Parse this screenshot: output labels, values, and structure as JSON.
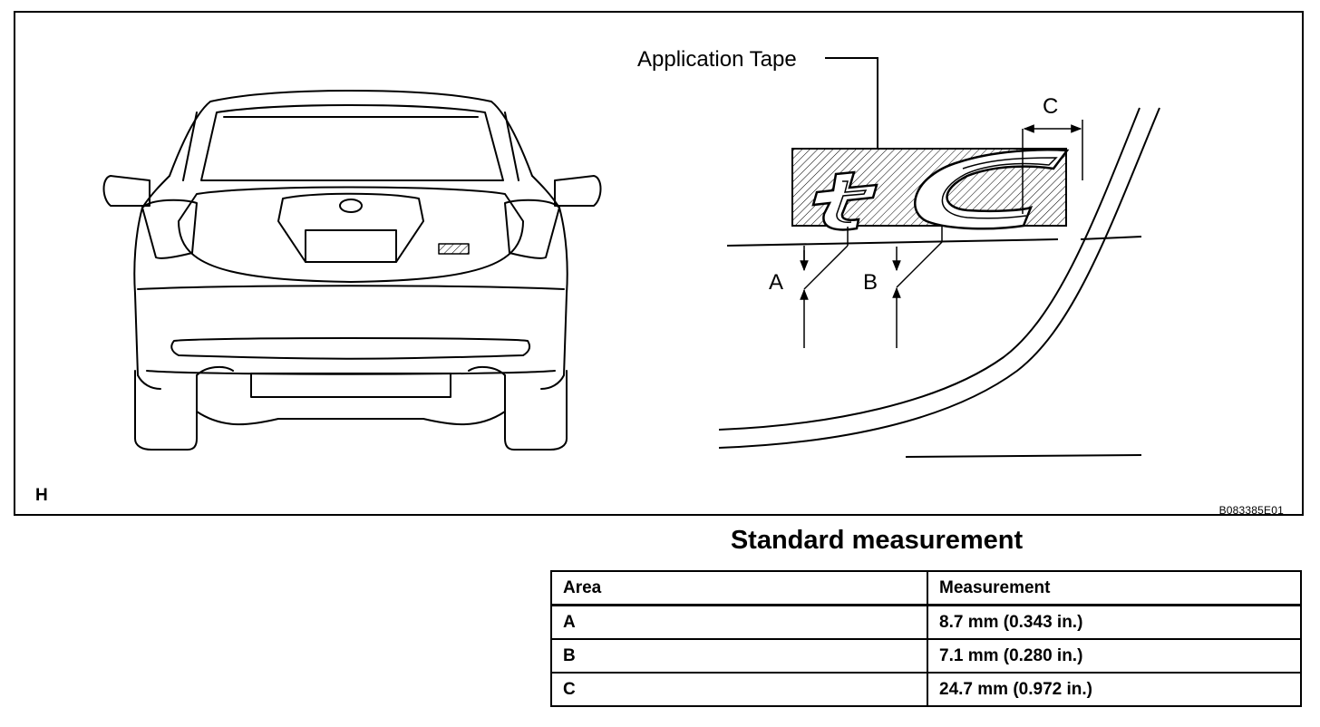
{
  "figure": {
    "callout_label": "Application Tape",
    "dimension_labels": {
      "a": "A",
      "b": "B",
      "c": "C"
    },
    "corner_letter": "H",
    "figure_id": "B083385E01"
  },
  "section": {
    "title": "Standard measurement"
  },
  "table": {
    "headers": [
      "Area",
      "Measurement"
    ],
    "rows": [
      {
        "area": "A",
        "measurement": "8.7 mm (0.343 in.)"
      },
      {
        "area": "B",
        "measurement": "7.1 mm (0.280 in.)"
      },
      {
        "area": "C",
        "measurement": "24.7 mm (0.972 in.)"
      }
    ]
  }
}
